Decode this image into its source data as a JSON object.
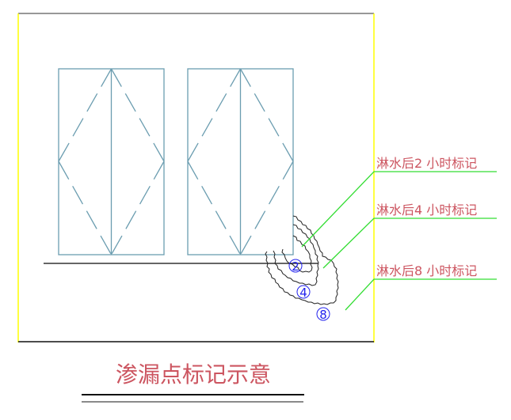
{
  "title": "渗漏点标记示意",
  "annotations": [
    {
      "label": "淋水后2 小时标记",
      "marker": "2"
    },
    {
      "label": "淋水后4 小时标记",
      "marker": "4"
    },
    {
      "label": "淋水后8 小时标记",
      "marker": "8"
    }
  ],
  "colors": {
    "frame_side": "#ffff00",
    "frame_top": "#777777",
    "frame_bottom": "#111111",
    "door": "#6b9db0",
    "leader": "#33dd33",
    "label_text": "#cc5560",
    "marker": "#2222ee",
    "leak_outline": "#222222"
  }
}
